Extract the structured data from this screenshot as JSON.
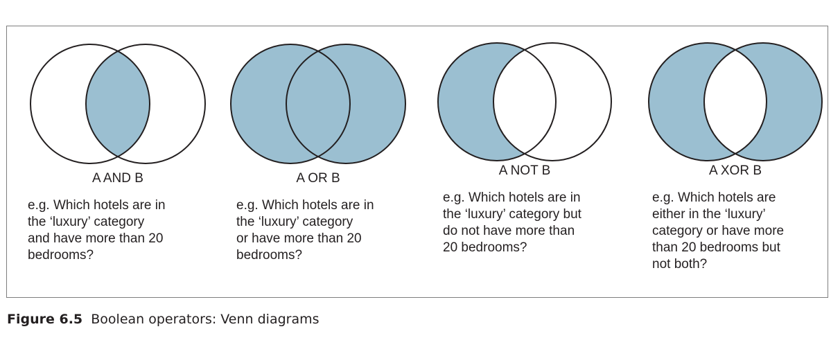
{
  "colors": {
    "fill": "#9bbfd1",
    "stroke": "#231f20",
    "frame": "#7d7d7d"
  },
  "panels": [
    {
      "operator": "A AND B",
      "example": "e.g. Which hotels are in\nthe ‘luxury’ category\nand have more than 20\nbedrooms?",
      "shading": "intersection"
    },
    {
      "operator": "A OR B",
      "example": "e.g. Which hotels are in\nthe ‘luxury’ category\nor have more than 20\nbedrooms?",
      "shading": "union"
    },
    {
      "operator": "A NOT B",
      "example": "e.g. Which hotels are in\nthe ‘luxury’ category but\ndo not have more than\n20 bedrooms?",
      "shading": "a-only"
    },
    {
      "operator": "A XOR B",
      "example": "e.g. Which hotels are\neither in the ‘luxury’\ncategory  or have more\nthan 20 bedrooms but\nnot both?",
      "shading": "symmetric-difference"
    }
  ],
  "caption": {
    "label": "Figure 6.5",
    "text": "Boolean operators: Venn diagrams"
  }
}
